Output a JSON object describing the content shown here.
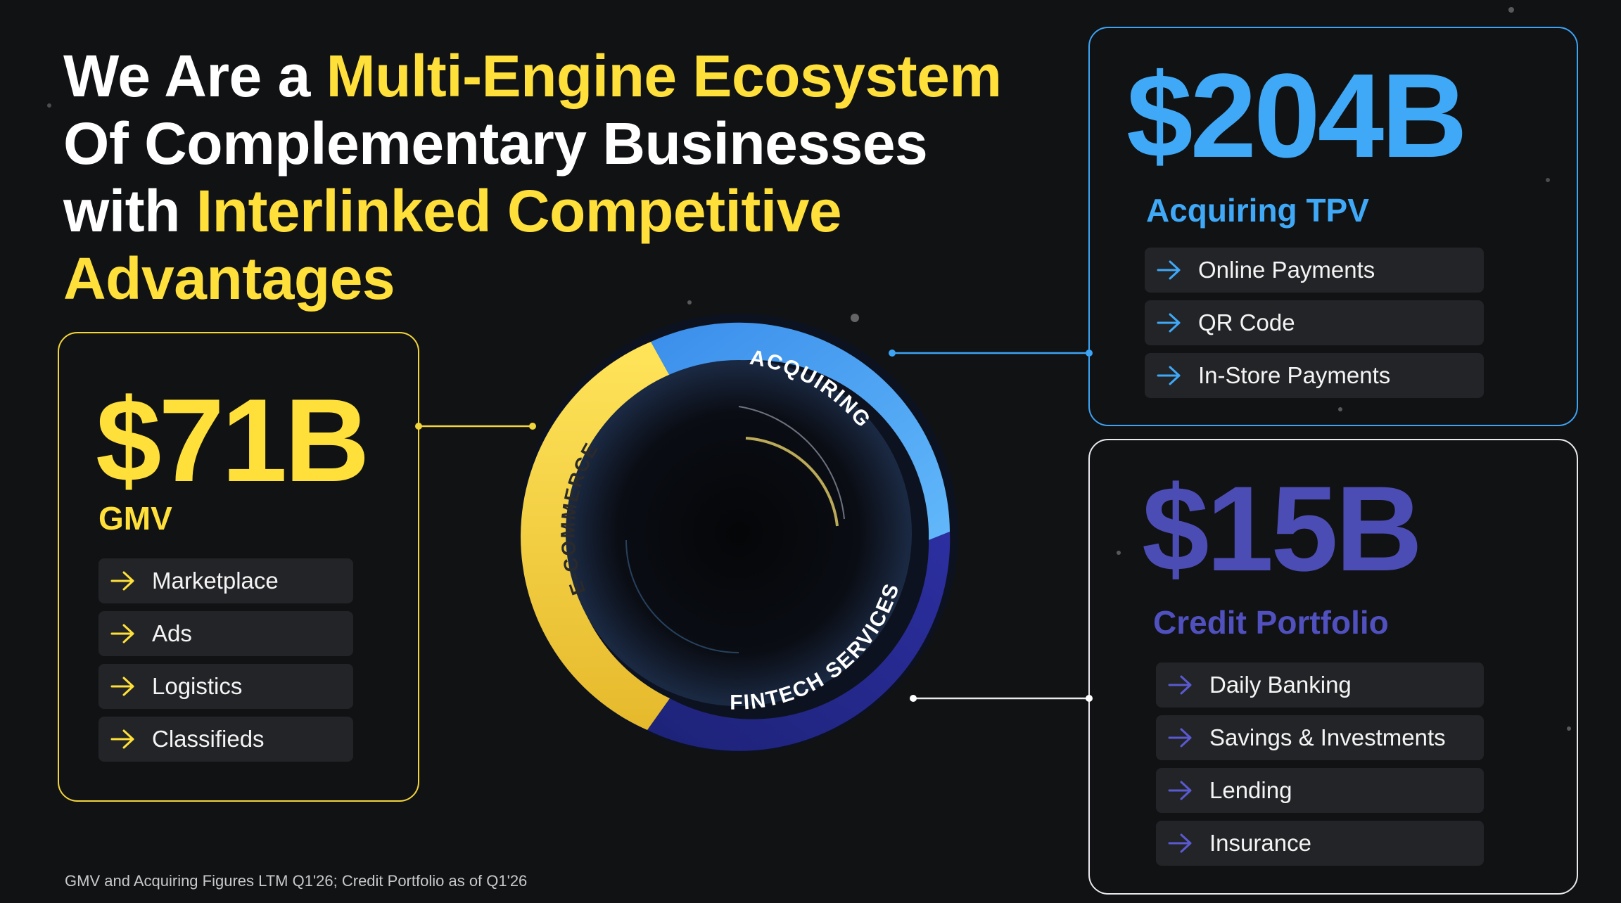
{
  "headline": {
    "line1_white": "We Are a ",
    "line1_yellow": "Multi-Engine Ecosystem",
    "line2_white": "Of Complementary Businesses",
    "line3_white": "with ",
    "line3_yellow": "Interlinked Competitive",
    "line4_yellow": "Advantages"
  },
  "gmv": {
    "value": "$71B",
    "label": "GMV",
    "items": [
      "Marketplace",
      "Ads",
      "Logistics",
      "Classifieds"
    ]
  },
  "acquiring": {
    "value": "$204B",
    "label": "Acquiring TPV",
    "items": [
      "Online Payments",
      "QR Code",
      "In-Store Payments"
    ]
  },
  "credit": {
    "value": "$15B",
    "label": "Credit Portfolio",
    "items": [
      "Daily Banking",
      "Savings & Investments",
      "Lending",
      "Insurance"
    ]
  },
  "wheel": {
    "segments": [
      "ACQUIRING",
      "FINTECH SERVICES",
      "E-COMMERCE"
    ]
  },
  "footnote": "GMV and Acquiring Figures LTM Q1'26; Credit Portfolio as of Q1'26",
  "colors": {
    "yellow": "#FFE03A",
    "blue": "#3FA9F7",
    "indigo": "#4C4CB5",
    "background": "#111214"
  }
}
